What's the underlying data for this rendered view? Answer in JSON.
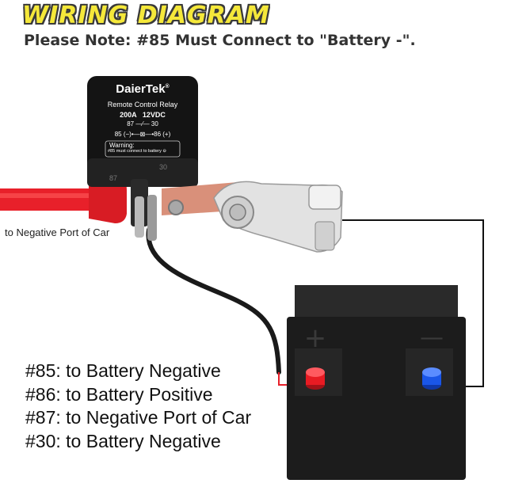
{
  "title": "WIRING DIAGRAM",
  "note": "Please Note: #85 Must Connect to \"Battery -\".",
  "relay": {
    "brand": "DaierTek",
    "trademark": "®",
    "model": "Remote Control Relay",
    "rating": "200A   12VDC",
    "pin87_30": "87 —⁄— 30",
    "pin85_86": "85 (−)•—⊠—•86 (+)",
    "warning_title": "Warning:",
    "warning_text": "#85 must connect to battery ⊖",
    "pin_label_87": "87",
    "pin_label_30": "30"
  },
  "port_label": "to Negative Port of Car",
  "battery": {
    "plus_symbol": "+",
    "minus_symbol": "—"
  },
  "legend": [
    "#85: to Battery Negative",
    "#86: to Battery Positive",
    "#87: to Negative Port of Car",
    "#30: to Battery Negative"
  ],
  "colors": {
    "title": "#f5e83a",
    "red_cable": "#e8202a",
    "positive_post": "#e81b23",
    "negative_post": "#1a56e8",
    "battery": "#1c1c1c"
  }
}
